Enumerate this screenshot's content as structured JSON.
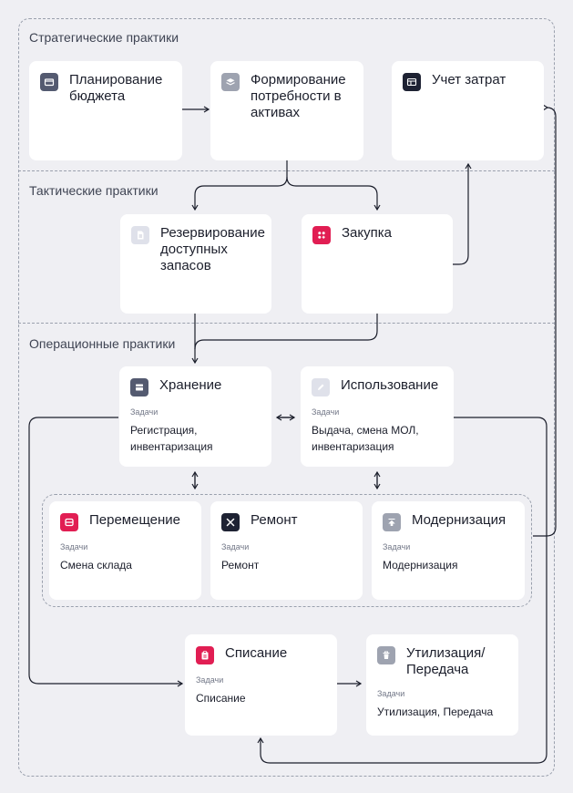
{
  "sections": {
    "strategic": "Стратегические практики",
    "tactical": "Тактические практики",
    "operational": "Операционные практики"
  },
  "cards": {
    "budget_planning": {
      "title": "Планирование бюджета",
      "icon": "wallet-icon"
    },
    "asset_demand": {
      "title": "Формирование потребности в активах",
      "icon": "layers-icon"
    },
    "cost_accounting": {
      "title": "Учет затрат",
      "icon": "table-icon"
    },
    "reserve_stock": {
      "title": "Резервирование доступных запасов",
      "icon": "document-icon"
    },
    "procurement": {
      "title": "Закупка",
      "icon": "grid-icon"
    },
    "storage": {
      "title": "Хранение",
      "tasks_label": "Задачи",
      "tasks": "Регистрация, инвентаризация",
      "icon": "warehouse-icon"
    },
    "usage": {
      "title": "Использование",
      "tasks_label": "Задачи",
      "tasks": "Выдача, смена МОЛ, инвентаризация",
      "icon": "pencil-icon"
    },
    "transfer": {
      "title": "Перемещение",
      "tasks_label": "Задачи",
      "tasks": "Смена склада",
      "icon": "box-icon"
    },
    "repair": {
      "title": "Ремонт",
      "tasks_label": "Задачи",
      "tasks": "Ремонт",
      "icon": "tools-icon"
    },
    "upgrade": {
      "title": "Модернизация",
      "tasks_label": "Задачи",
      "tasks": "Модернизация",
      "icon": "upgrade-icon"
    },
    "write_off": {
      "title": "Списание",
      "tasks_label": "Задачи",
      "tasks": "Списание",
      "icon": "clipboard-icon"
    },
    "disposal": {
      "title": "Утилизация/ Передача",
      "tasks_label": "Задачи",
      "tasks": "Утилизация, Передача",
      "icon": "trash-icon"
    }
  },
  "colors": {
    "background": "#efeff3",
    "card": "#ffffff",
    "accent_red": "#e11e53",
    "icon_dark": "#545a70",
    "icon_black": "#1e2233",
    "icon_gray": "#9ea3b0",
    "icon_light": "#dfe1ea",
    "lines": "#1b1e2b",
    "dashed": "#9aa0ad"
  }
}
